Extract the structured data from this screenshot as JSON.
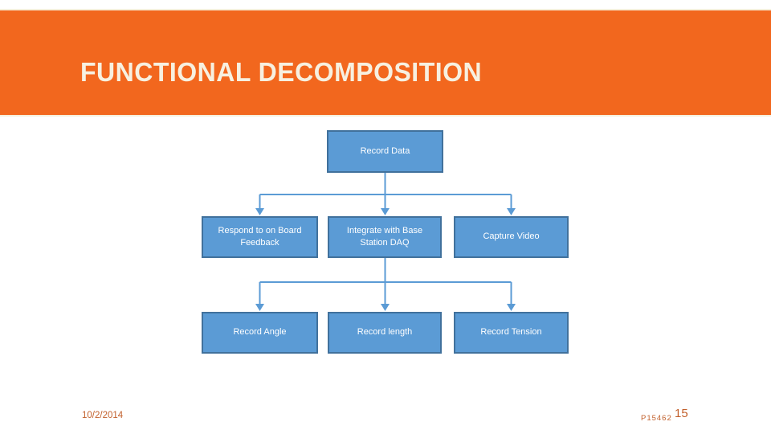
{
  "slide": {
    "title": "FUNCTIONAL DECOMPOSITION",
    "footer": {
      "date": "10/2/2014",
      "project_code": "P15462",
      "slide_number": "15"
    }
  },
  "diagram": {
    "type": "tree",
    "root": {
      "label": "Record Data"
    },
    "level2": [
      {
        "label": "Respond to on Board Feedback",
        "parent": "Record Data"
      },
      {
        "label": "Integrate with Base Station DAQ",
        "parent": "Record Data"
      },
      {
        "label": "Capture Video",
        "parent": "Record Data"
      }
    ],
    "level3": [
      {
        "label": "Record Angle",
        "parent": "Integrate with Base Station DAQ"
      },
      {
        "label": "Record length",
        "parent": "Integrate with Base Station DAQ"
      },
      {
        "label": "Record Tension",
        "parent": "Integrate with Base Station DAQ"
      }
    ]
  },
  "colors": {
    "band_orange": "#F2671E",
    "title_cream": "#F7F0E0",
    "box_fill": "#5B9BD5",
    "box_border": "#41719C",
    "box_text": "#FFFFFF",
    "connector_blue": "#5B9BD5",
    "footer_orange": "#C2602C"
  }
}
